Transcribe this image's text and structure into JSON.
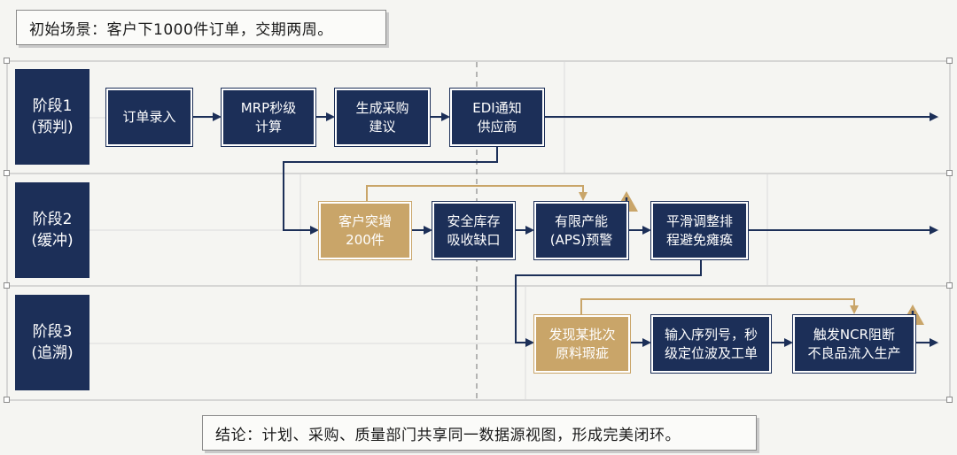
{
  "intro": {
    "text": "初始场景：客户下1000件订单，交期两周。"
  },
  "stages": [
    {
      "line1": "阶段1",
      "line2": "(预判)"
    },
    {
      "line1": "阶段2",
      "line2": "(缓冲)"
    },
    {
      "line1": "阶段3",
      "line2": "(追溯)"
    }
  ],
  "nodes": {
    "order_entry": "订单录入",
    "mrp": "MRP秒级\n计算",
    "purchase": "生成采购\n建议",
    "edi": "EDI通知\n供应商",
    "surge": "客户突增\n200件",
    "safety_stock": "安全库存\n吸收缺口",
    "aps": "有限产能\n(APS)预警",
    "smooth": "平滑调整排\n程避免瘫痪",
    "defect": "发现某批次\n原料瑕疵",
    "serial": "输入序列号，秒\n级定位波及工单",
    "ncr": "触发NCR阻断\n不良品流入生产"
  },
  "icons": {
    "warning": "warning-icon"
  },
  "colors": {
    "navy": "#1c2f58",
    "gold": "#c9a569"
  },
  "conclusion": {
    "text": "结论：计划、采购、质量部门共享同一数据源视图，形成完美闭环。"
  }
}
